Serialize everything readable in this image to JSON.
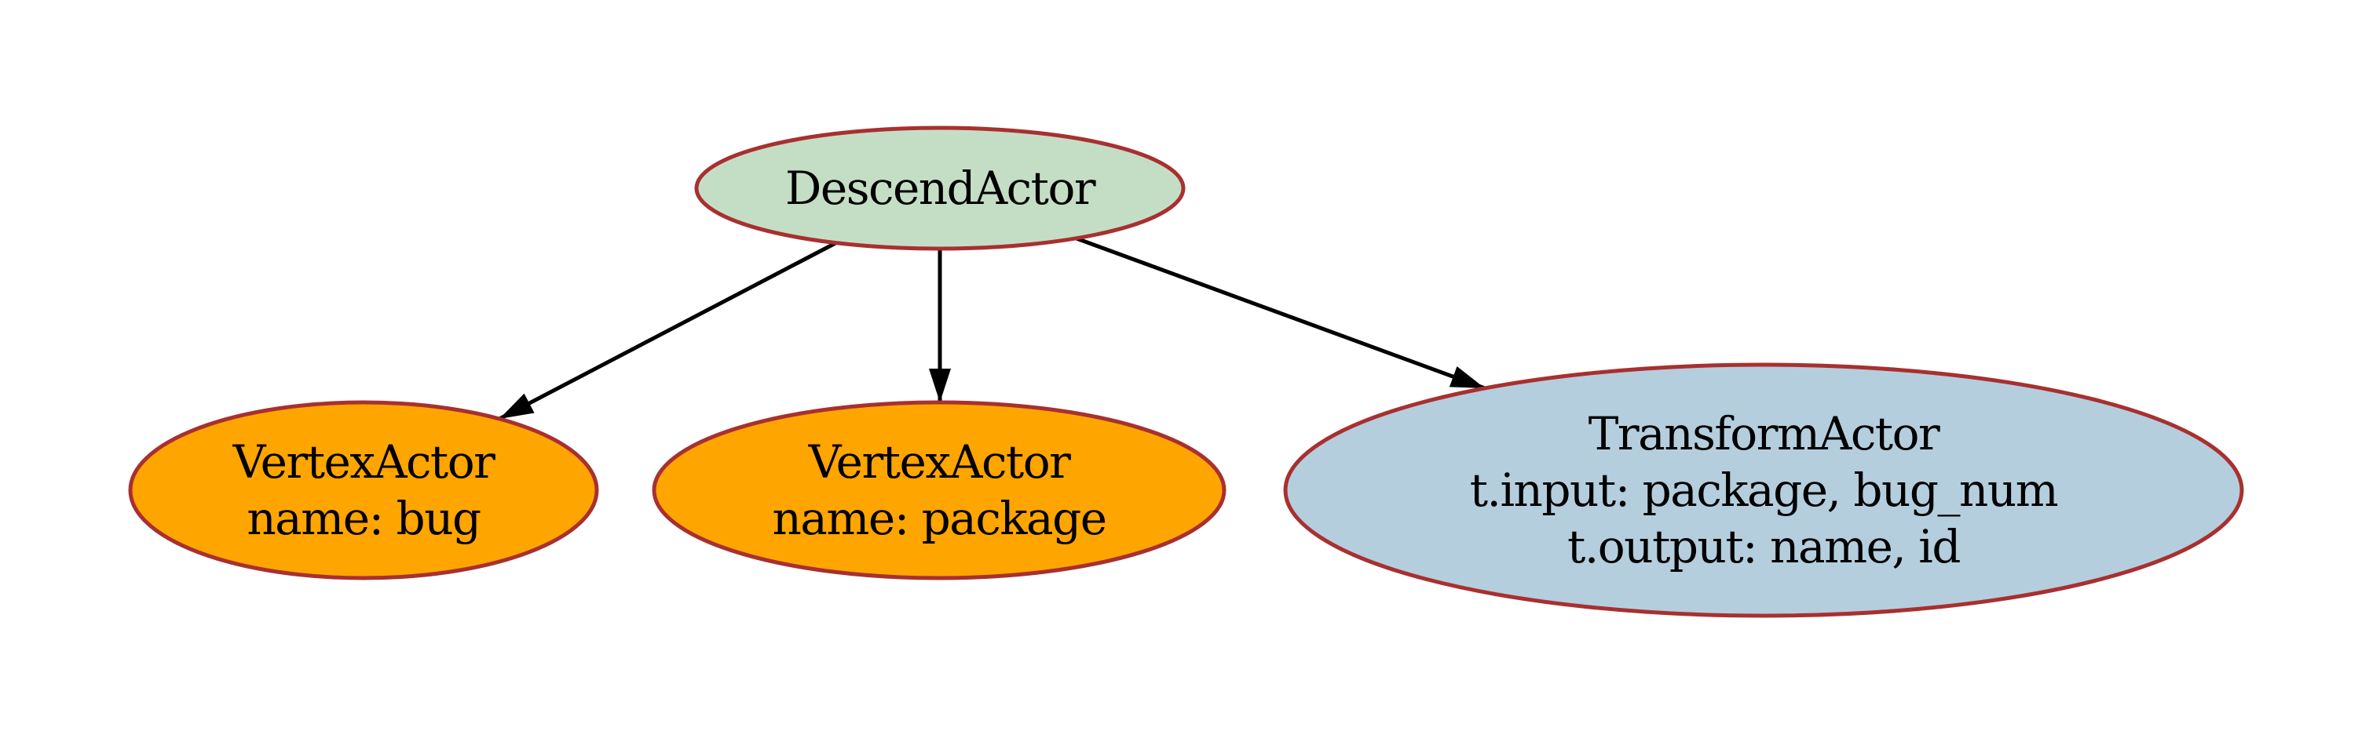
{
  "diagram": {
    "background": "#ffffff",
    "edge_color": "#000000",
    "node_border_color": "#a83030",
    "nodes": [
      {
        "id": "descend-actor",
        "lines": [
          "DescendActor"
        ],
        "fill": "#c4dec6",
        "stroke": "#a83030"
      },
      {
        "id": "vertex-actor-bug",
        "lines": [
          "VertexActor",
          "name: bug"
        ],
        "fill": "#ffa500",
        "stroke": "#a83030"
      },
      {
        "id": "vertex-actor-package",
        "lines": [
          "VertexActor",
          "name: package"
        ],
        "fill": "#ffa500",
        "stroke": "#a83030"
      },
      {
        "id": "transform-actor",
        "lines": [
          "TransformActor",
          "t.input: package, bug_num",
          "t.output: name, id"
        ],
        "fill": "#b5cedd",
        "stroke": "#a83030"
      }
    ],
    "edges": [
      {
        "from": "DescendActor",
        "to": "VertexActor (name: bug)"
      },
      {
        "from": "DescendActor",
        "to": "VertexActor (name: package)"
      },
      {
        "from": "DescendActor",
        "to": "TransformActor"
      }
    ]
  }
}
